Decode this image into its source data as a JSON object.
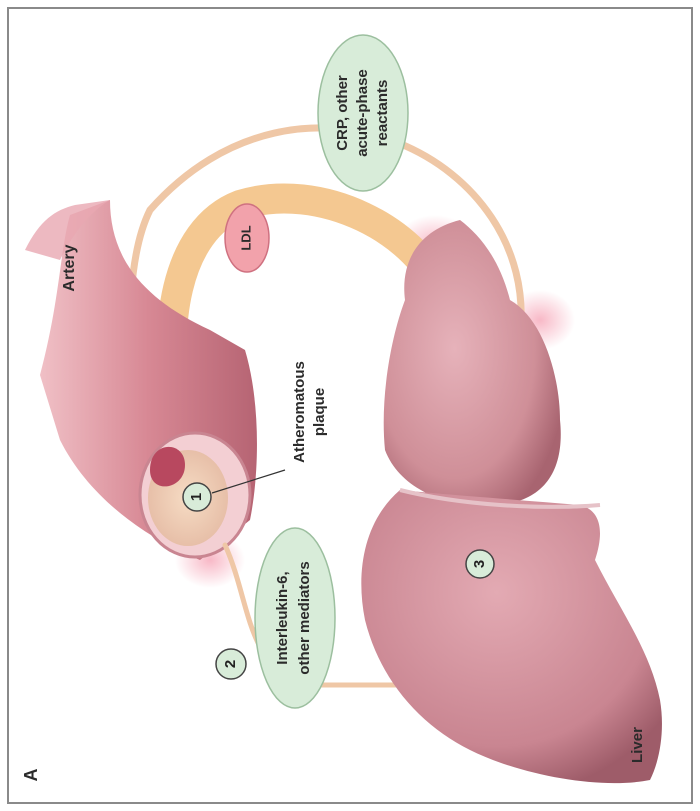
{
  "panel_letter": "A",
  "labels": {
    "artery": "Artery",
    "plaque_line1": "Atheromatous",
    "plaque_line2": "plaque",
    "ldl": "LDL",
    "crp_line1": "CRP, other",
    "crp_line2": "acute-phase",
    "crp_line3": "reactants",
    "il_line1": "Interleukin-6,",
    "il_line2": "other mediators",
    "liver": "Liver"
  },
  "step_numbers": {
    "step1": "1",
    "step2": "2",
    "step3": "3"
  },
  "colors": {
    "frame": "#8a8a8a",
    "liver": "#cf8f98",
    "liver_dark": "#b06e7a",
    "artery": "#d68a96",
    "artery_inner": "#b8485f",
    "ldl_arrow": "#f4c891",
    "crp_arrow": "#efc7a6",
    "bubble_green": "#d8ecd9",
    "bubble_pink": "#f2a2ab"
  }
}
